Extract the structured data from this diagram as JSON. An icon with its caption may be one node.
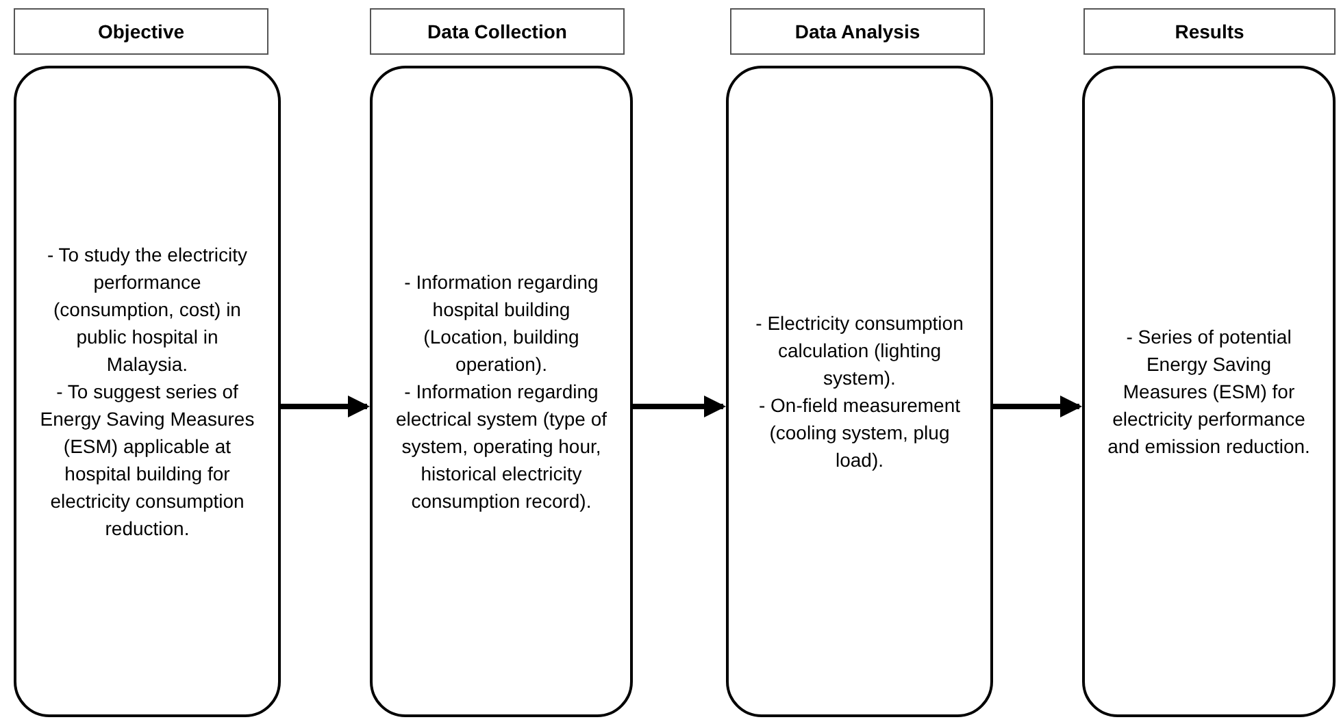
{
  "diagram": {
    "nodes": [
      {
        "text": [
          "Objective"
        ]
      },
      {
        "text": [
          "- To study the electricity performance (consumption, cost) in public hospital in Malaysia.",
          "- To suggest series of Energy Saving Measures (ESM) applicable at hospital building for electricity consumption reduction."
        ]
      },
      {
        "text": [
          "Data Collection"
        ]
      },
      {
        "text": [
          "- Information regarding hospital building (Location, building operation).",
          "- Information regarding electrical system (type of system, operating hour, historical electricity consumption record)."
        ]
      },
      {
        "text": [
          "Data Analysis"
        ]
      },
      {
        "text": [
          "- Electricity consumption calculation (lighting system).",
          "- On-field measurement (cooling system, plug load)."
        ]
      },
      {
        "text": [
          "Results"
        ]
      },
      {
        "text": [
          "- Series of potential Energy Saving Measures (ESM) for electricity performance and emission reduction."
        ]
      }
    ],
    "edges": [
      {
        "from": 1,
        "to": 3,
        "arrow": "to"
      },
      {
        "from": 3,
        "to": 5,
        "arrow": "to"
      },
      {
        "from": 5,
        "to": 7,
        "arrow": "to"
      }
    ]
  }
}
